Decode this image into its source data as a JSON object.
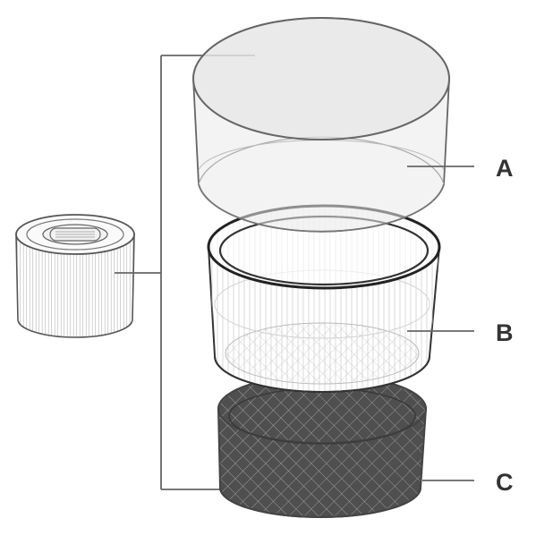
{
  "diagram": {
    "labels": {
      "a": "A",
      "b": "B",
      "c": "C"
    },
    "parts": {
      "assembled": "assembled-filter-cartridge",
      "a": "outer-prefilter-sleeve",
      "b": "pleated-true-hepa-filter",
      "c": "activated-carbon-filter"
    },
    "colors": {
      "outline": "#555555",
      "leader": "#666666",
      "label": "#333333",
      "sleeve_fill": "#ececec",
      "carbon_fill": "#4f4f4f",
      "carbon_mesh": "#9a9a9a"
    }
  }
}
